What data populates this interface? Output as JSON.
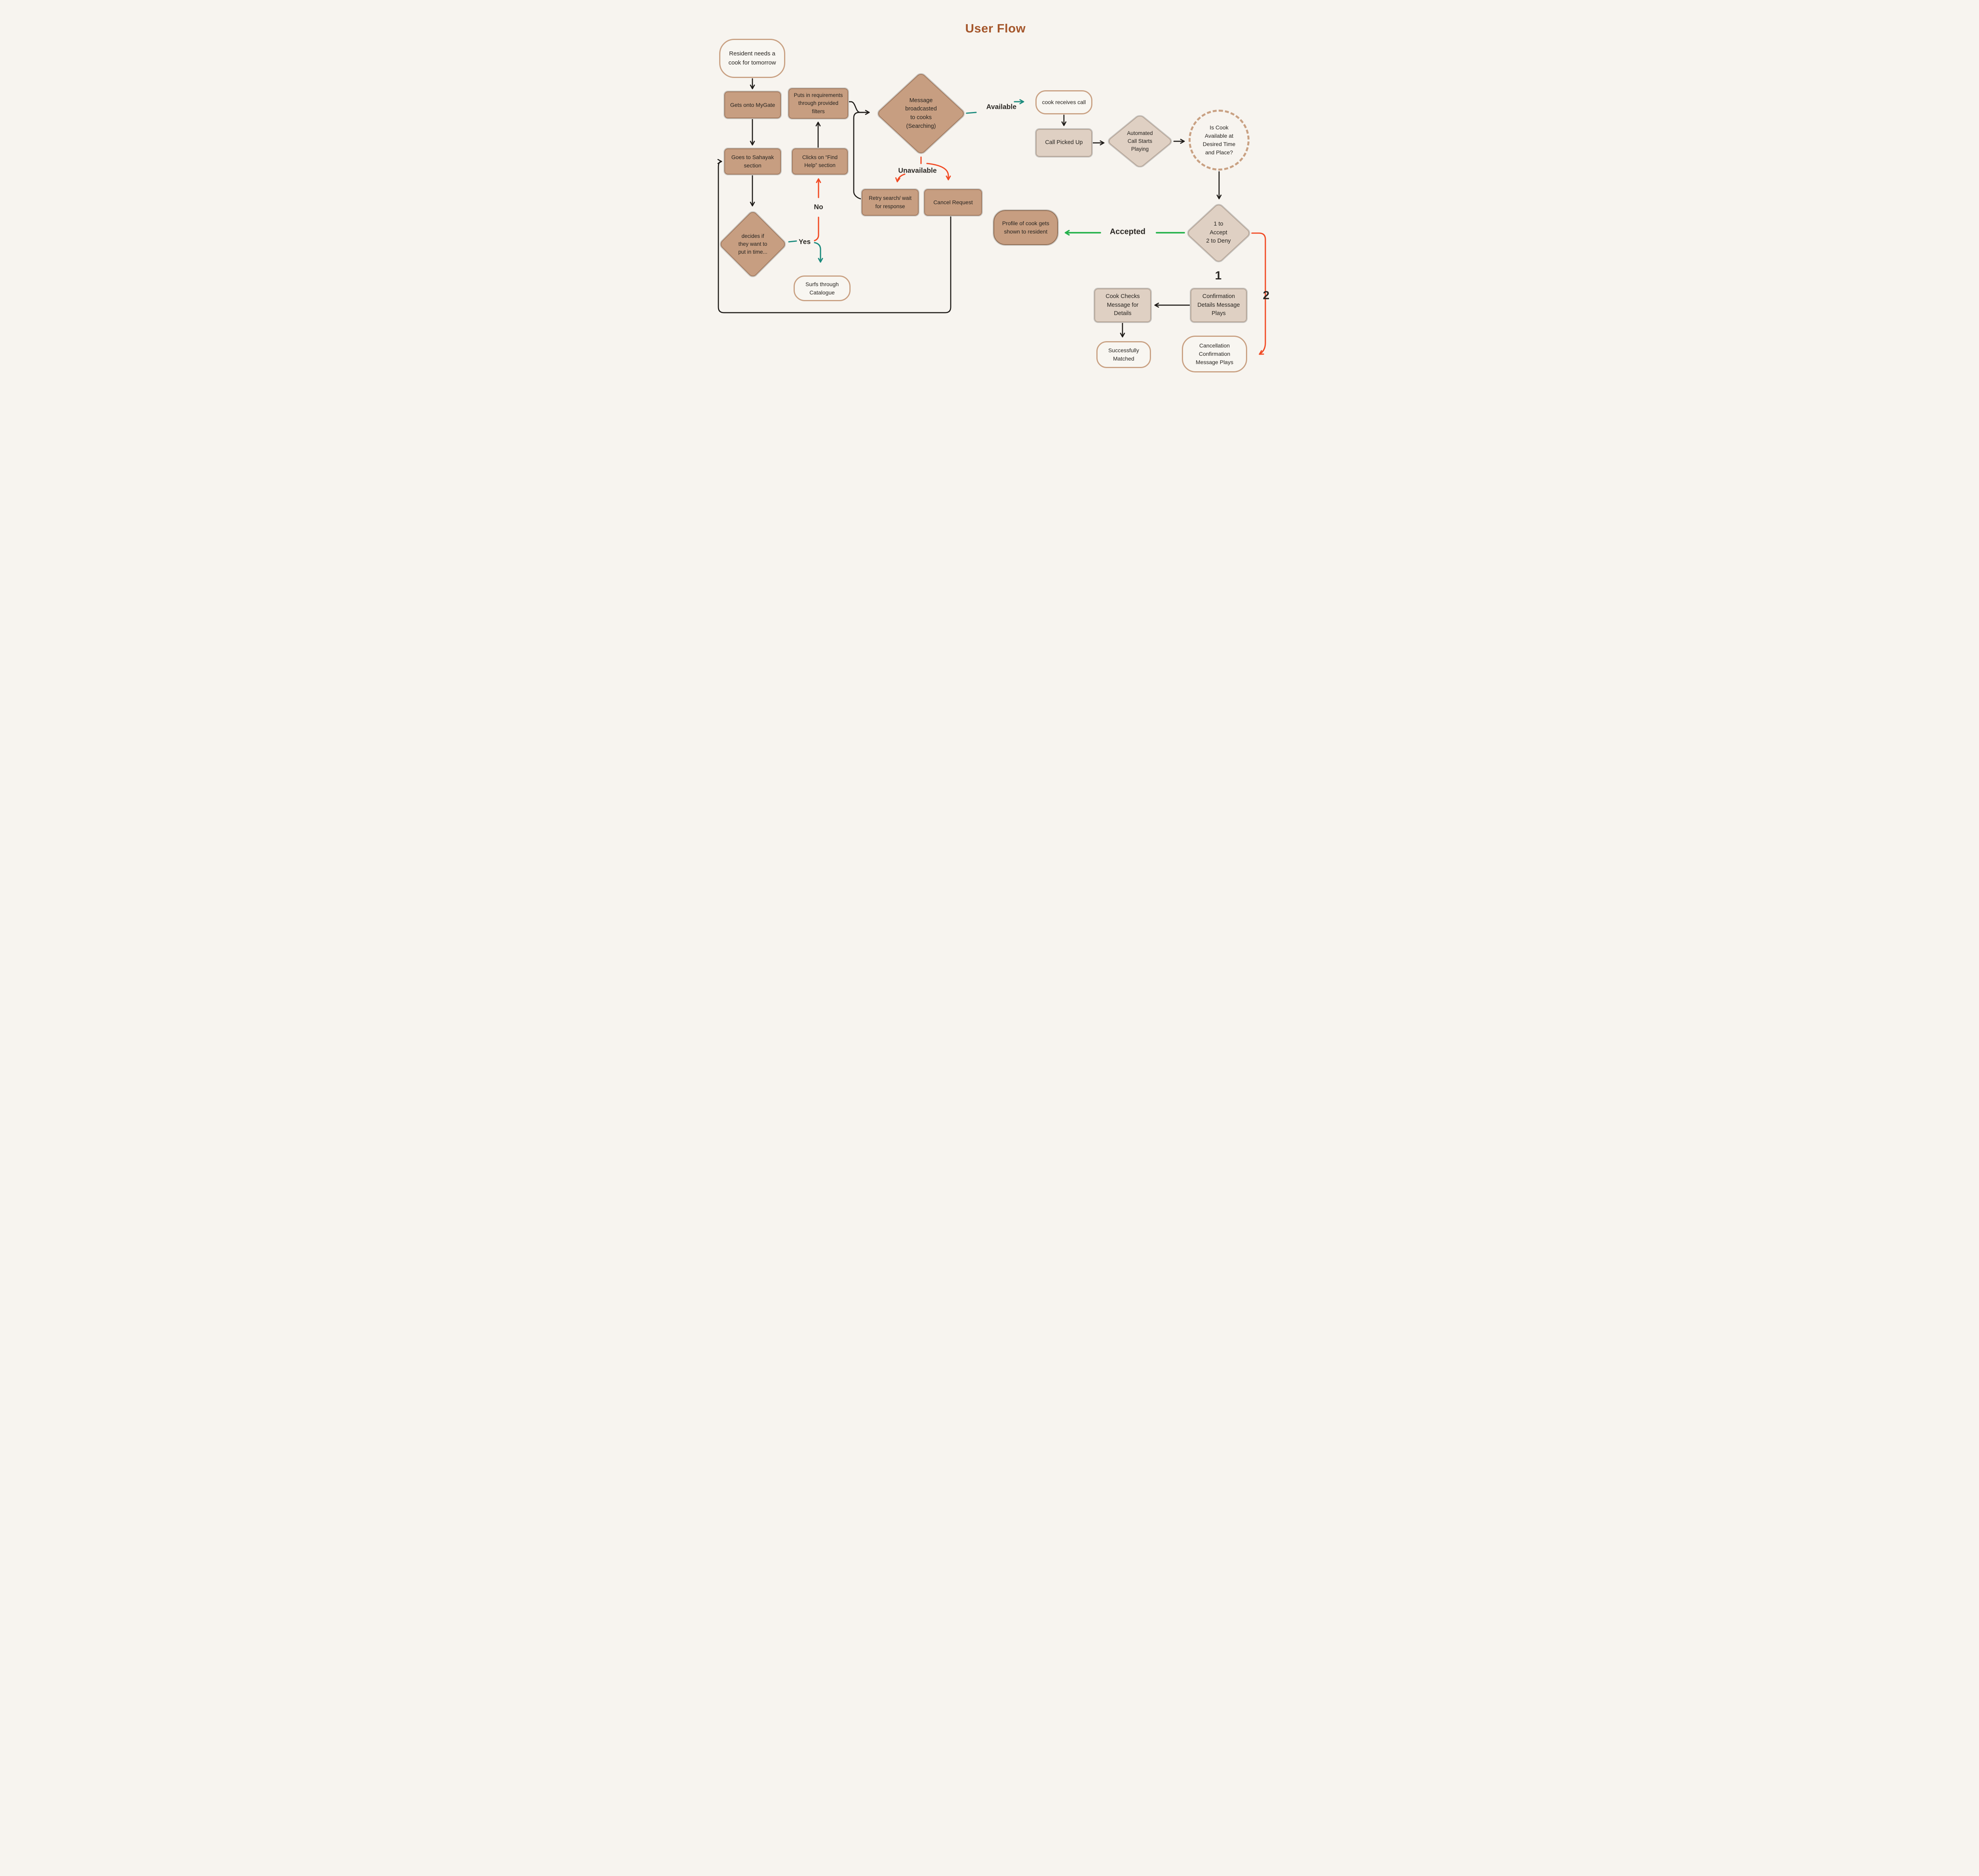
{
  "title": "User Flow",
  "colors": {
    "background": "#F7F4EF",
    "title": "#A4562B",
    "node_fill_dark": "#C79E81",
    "node_fill_light": "#DFD0C3",
    "pill_border": "#C9A183",
    "arrow_black": "#1E1B18",
    "arrow_red": "#F14A24",
    "arrow_teal": "#1B8B7D",
    "arrow_green": "#25B14B",
    "text": "#26231F"
  },
  "nodes": {
    "resident": {
      "label": "Resident needs a\ncook for tomorrow"
    },
    "mygate": {
      "label": "Gets onto MyGate"
    },
    "sahayak": {
      "label": "Goes to Sahayak\nsection"
    },
    "puts": {
      "label": "Puts in requirements\nthrough provided\nfilters"
    },
    "clicks": {
      "label": "Clicks on “Find\nHelp” section"
    },
    "decides": {
      "label": "decides if\nthey want to\nput in time..."
    },
    "surfs": {
      "label": "Surfs through\nCatalogue"
    },
    "message": {
      "label": "Message\nbroadcasted\nto cooks\n(Searching)"
    },
    "retry": {
      "label": "Retry search/ wait\nfor response"
    },
    "cancel": {
      "label": "Cancel Request"
    },
    "cook_receives": {
      "label": "cook receives call"
    },
    "call_picked": {
      "label": "Call Picked Up"
    },
    "automated": {
      "label": "Automated\nCall Starts\nPlaying"
    },
    "availability_check": {
      "label": "Is Cook\nAvailable at\nDesired Time\nand Place?"
    },
    "accept_deny": {
      "label": "1 to\nAccept\n2 to Deny"
    },
    "profile": {
      "label": "Profile of cook gets\nshown to resident"
    },
    "cook_checks": {
      "label": "Cook Checks\nMessage for\nDetails"
    },
    "confirmation": {
      "label": "Confirmation\nDetails Message\nPlays"
    },
    "successfully": {
      "label": "Successfully\nMatched"
    },
    "cancellation": {
      "label": "Cancellation\nConfirmation\nMessage Plays"
    }
  },
  "edge_labels": {
    "available": "Available",
    "unavailable": "Unavailable",
    "yes": "Yes",
    "no": "No",
    "accepted": "Accepted",
    "key_one": "1",
    "key_two": "2"
  }
}
